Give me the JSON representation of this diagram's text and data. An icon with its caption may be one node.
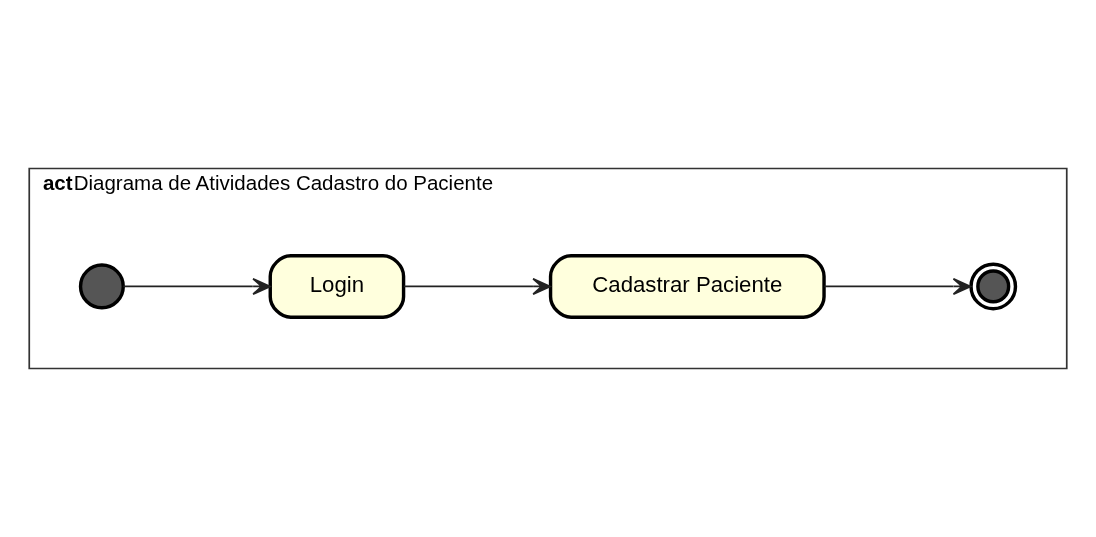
{
  "diagram": {
    "nodes": [
      {
        "text": [
          "act",
          "Diagrama de Atividades Cadastro do Paciente"
        ]
      },
      {
        "text": [],
        "shape": "circle",
        "in": 0
      },
      {
        "text": [
          "Login"
        ],
        "in": 0
      },
      {
        "text": [
          "Cadastrar Paciente"
        ],
        "in": 0
      },
      {
        "text": [],
        "shape": "doublecircle",
        "in": 0
      }
    ],
    "edges": [
      {
        "from": 1,
        "to": 2,
        "arrow": "to"
      },
      {
        "from": 2,
        "to": 3,
        "arrow": "to"
      },
      {
        "from": 3,
        "to": 4,
        "arrow": "to"
      }
    ]
  }
}
